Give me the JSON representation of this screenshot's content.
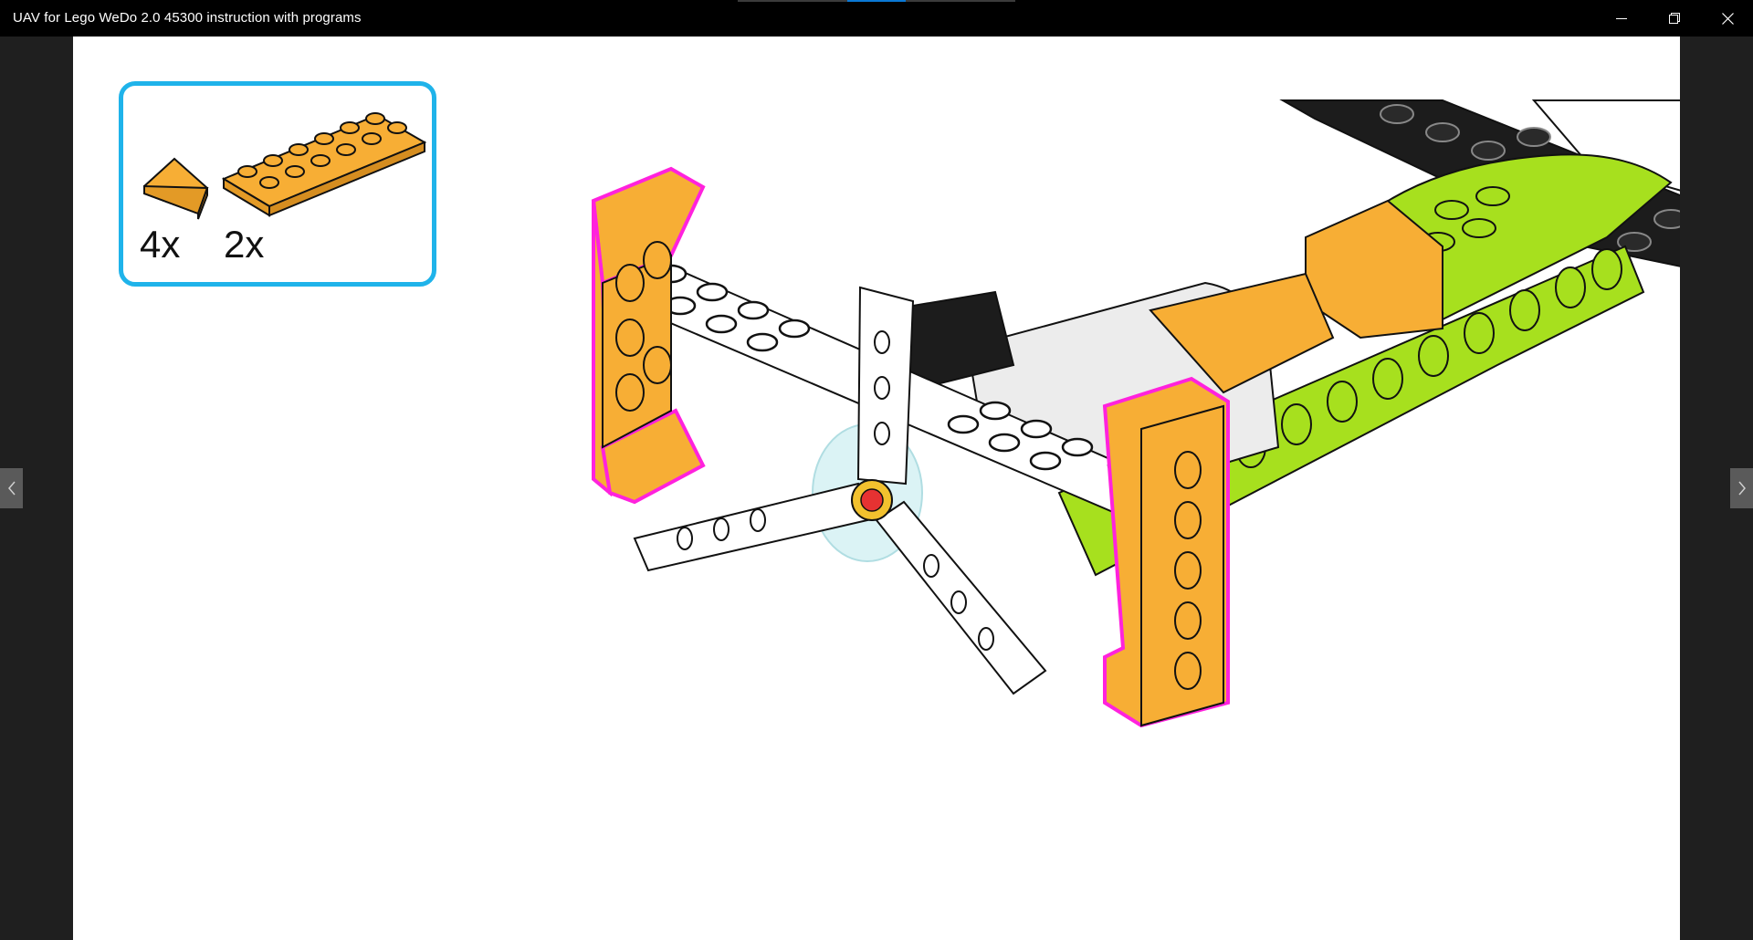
{
  "window": {
    "title": "UAV for Lego WeDo 2.0 45300 instruction with programs",
    "controls": {
      "minimize": "minimize-icon",
      "restore": "restore-icon",
      "close": "close-icon"
    }
  },
  "navigation": {
    "previous": "chevron-left-icon",
    "next": "chevron-right-icon"
  },
  "step": {
    "parts": [
      {
        "item": "slope-brick",
        "quantity": "4x",
        "color": "#f7ae35"
      },
      {
        "item": "plate-2x6",
        "quantity": "2x",
        "color": "#f7ae35"
      }
    ],
    "highlight_color": "#ff22dd",
    "parts_box_color": "#1fb3ea",
    "model_colors": {
      "lime": "#a7e01e",
      "orange": "#f7ae35",
      "black": "#1c1c1c",
      "white": "#ffffff",
      "grey": "#d9d9d9"
    }
  }
}
